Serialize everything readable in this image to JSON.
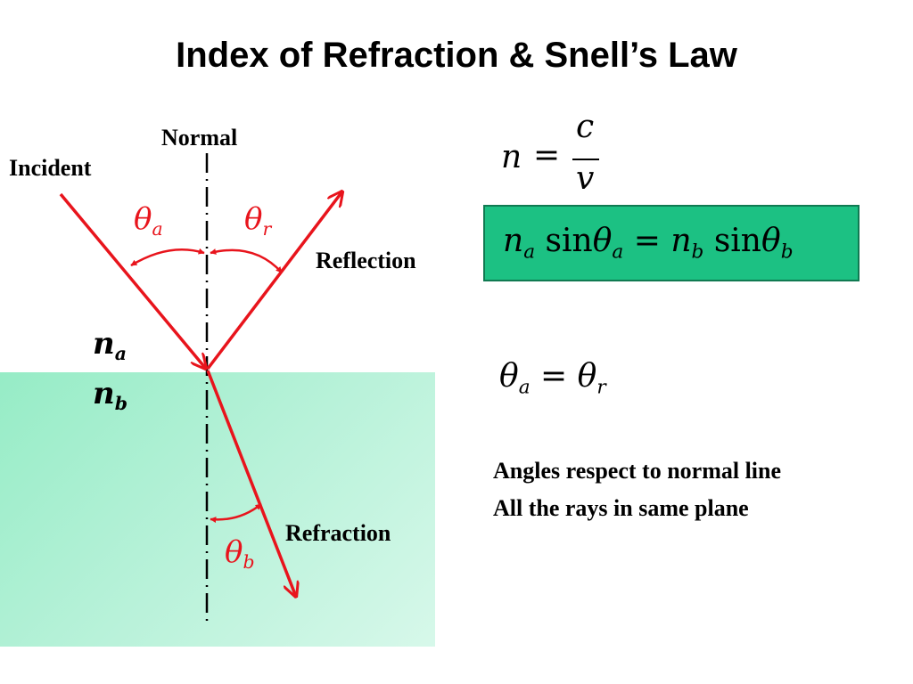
{
  "title": "Index of Refraction & Snell’s Law",
  "labels": {
    "normal": "Normal",
    "incident": "Incident",
    "reflection": "Reflection",
    "refraction": "Refraction"
  },
  "angles": {
    "theta_a": {
      "symbol": "θ",
      "sub": "a"
    },
    "theta_r": {
      "symbol": "θ",
      "sub": "r"
    },
    "theta_b": {
      "symbol": "θ",
      "sub": "b"
    }
  },
  "media": {
    "n_a": {
      "symbol": "n",
      "sub": "a"
    },
    "n_b": {
      "symbol": "n",
      "sub": "b"
    }
  },
  "equations": {
    "index": {
      "lhs": "n",
      "eq": "=",
      "num": "c",
      "den": "v"
    },
    "snell": {
      "n1": "n",
      "s1": "a",
      "sin1": "sin",
      "th1": "θ",
      "t1": "a",
      "eq": "=",
      "n2": "n",
      "s2": "b",
      "sin2": "sin",
      "th2": "θ",
      "t2": "b"
    },
    "reflection": {
      "th1": "θ",
      "s1": "a",
      "eq": "=",
      "th2": "θ",
      "s2": "r"
    }
  },
  "notes": [
    "Angles respect to normal line",
    "All the rays in same plane"
  ],
  "colors": {
    "ray": "#e8141c",
    "medium": "#b4f1d7",
    "equation_box": "#1cc183"
  }
}
